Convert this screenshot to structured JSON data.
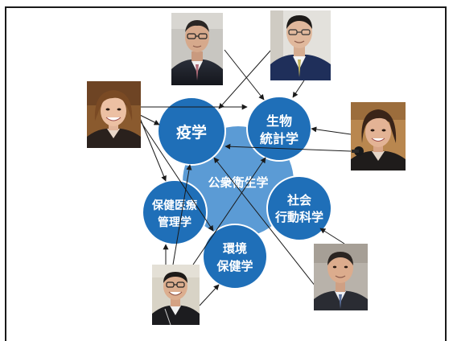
{
  "center": {
    "label": "公衆衛生学",
    "color": "#5b9bd5"
  },
  "disciplines": [
    {
      "id": "epidemiology",
      "lines": [
        "疫学"
      ]
    },
    {
      "id": "biostatistics",
      "lines": [
        "生物",
        "統計学"
      ]
    },
    {
      "id": "social-behavioral",
      "lines": [
        "社会",
        "行動科学"
      ]
    },
    {
      "id": "environmental-health",
      "lines": [
        "環境",
        "保健学"
      ]
    },
    {
      "id": "health-management",
      "lines": [
        "保健医療",
        "管理学"
      ]
    }
  ],
  "colors": {
    "node_fill": "#1f6fb8",
    "node_stroke": "#ffffff",
    "arrow": "#1a1a1a"
  },
  "people": [
    {
      "id": "man-glasses-top",
      "icon": "person-photo-icon"
    },
    {
      "id": "man-young-glasses",
      "icon": "person-photo-icon"
    },
    {
      "id": "woman-smiling",
      "icon": "person-photo-icon"
    },
    {
      "id": "woman-microphone",
      "icon": "person-photo-icon"
    },
    {
      "id": "man-bottom-left",
      "icon": "person-photo-icon"
    },
    {
      "id": "man-bottom-right",
      "icon": "person-photo-icon"
    }
  ]
}
